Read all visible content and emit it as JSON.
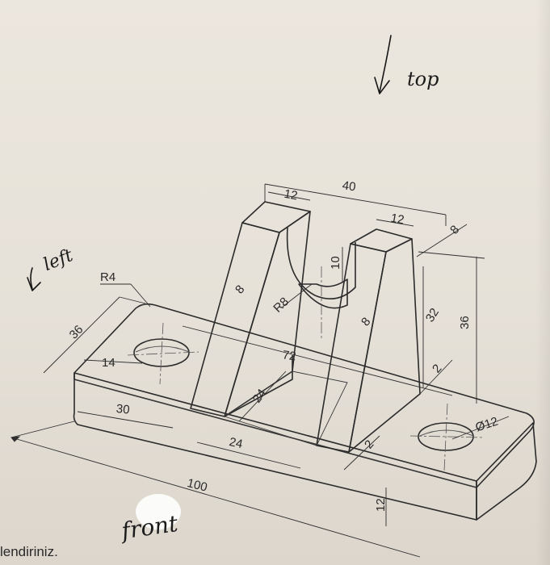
{
  "handwritten": {
    "top": "top",
    "left": "left",
    "front": "front"
  },
  "dimensions": {
    "overall_length": "100",
    "base_depth": "36",
    "hole_x": "14",
    "hole_offset": "30",
    "upright_span": "40",
    "upright_left_top": "12",
    "upright_right_top": "12",
    "upright_depth": "8",
    "slot_depth": "10",
    "slot_radius": "R8",
    "left_wall": "8",
    "right_wall": "8",
    "inner_span": "72",
    "rib_height": "24",
    "rib_base": "24",
    "height_32": "32",
    "height_36": "36",
    "gap_2_upper": "2",
    "gap_2_lower": "2",
    "base_thickness": "12",
    "hole_diameter": "Ø12",
    "corner_radius": "R4"
  },
  "footer_text": "lendiriniz.",
  "colors": {
    "paper": "#e9e4db",
    "face_light": "#e6e2da",
    "face_mid": "#bdb8ae",
    "face_dark": "#6f6b65",
    "ink": "#161616"
  }
}
